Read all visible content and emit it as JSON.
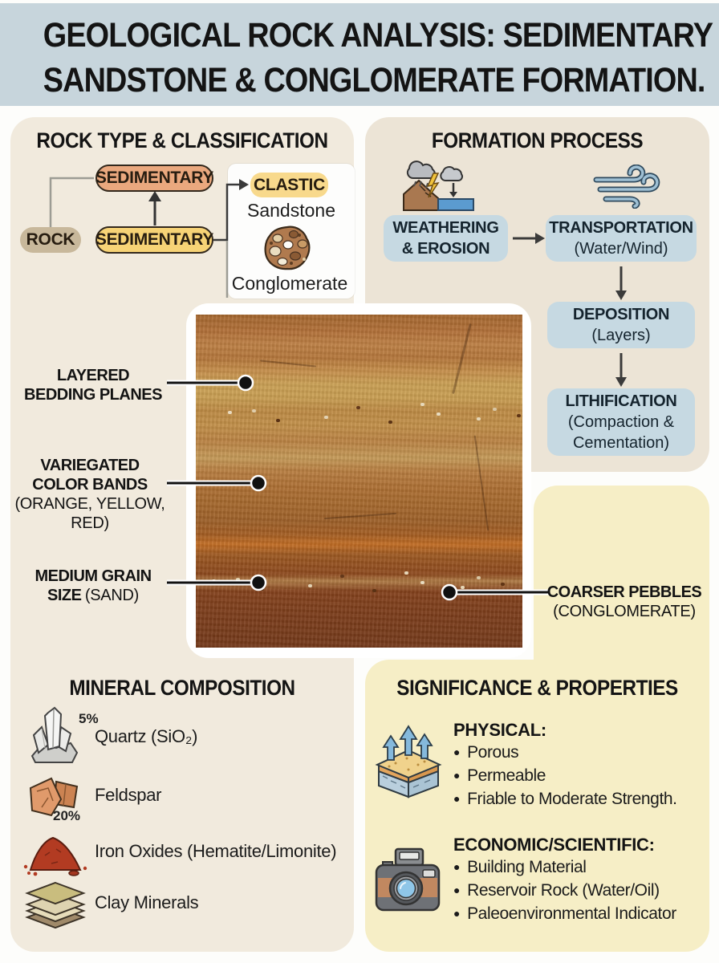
{
  "colors": {
    "header_bg": "#c7d5dc",
    "panel_cream": "#f1eadd",
    "panel_cream2": "#ece4d6",
    "panel_yellow": "#f6eec6",
    "process_box_blue": "#c6d9e2",
    "rock_box_tan": "#c8b89b",
    "sedimentary_orange": "#eaa87e",
    "sedimentary_yellow": "#f7d376",
    "clastic_yellow": "#f8d98c",
    "text_dark": "#141414"
  },
  "header": {
    "line1": "GEOLOGICAL ROCK ANALYSIS: SEDIMENTARY",
    "line2": "SANDSTONE & CONGLOMERATE FORMATION."
  },
  "classification": {
    "heading": "ROCK TYPE & CLASSIFICATION",
    "rock": "ROCK",
    "sedimentary_parent": "SEDIMENTARY",
    "sedimentary_child": "SEDIMENTARY",
    "clastic": "CLASTIC",
    "sandstone_label": "Sandstone",
    "conglomerate_label": "Conglomerate"
  },
  "formation": {
    "heading": "FORMATION PROCESS",
    "weathering_line1": "WEATHERING",
    "weathering_line2": "& EROSION",
    "transportation_line1": "TRANSPORTATION",
    "transportation_line2": "(Water/Wind)",
    "deposition_line1": "DEPOSITION",
    "deposition_line2": "(Layers)",
    "lithification_line1": "LITHIFICATION",
    "lithification_line2": "(Compaction &",
    "lithification_line3": "Cementation)"
  },
  "callouts": {
    "bedding_line1": "LAYERED",
    "bedding_line2": "BEDDING PLANES",
    "bands_line1": "VARIEGATED",
    "bands_line2": "COLOR BANDS",
    "bands_line3": "(ORANGE, YELLOW,",
    "bands_line4": "RED)",
    "grain_line1": "MEDIUM GRAIN",
    "grain_bold": "SIZE",
    "grain_reg": "(SAND)",
    "pebbles_line1": "COARSER PEBBLES",
    "pebbles_line2": "(CONGLOMERATE)"
  },
  "minerals": {
    "heading": "MINERAL COMPOSITION",
    "items": [
      {
        "label": "Quartz (SiO₂)",
        "pct": "5%"
      },
      {
        "label": "Feldspar",
        "pct": "20%"
      },
      {
        "label": "Iron Oxides (Hematite/Limonite)"
      },
      {
        "label": "Clay Minerals"
      }
    ]
  },
  "significance": {
    "heading": "SIGNIFICANCE & PROPERTIES",
    "physical_title": "PHYSICAL:",
    "physical_items": [
      "Porous",
      "Permeable",
      "Friable to Moderate Strength."
    ],
    "economic_title": "ECONOMIC/SCIENTIFIC:",
    "economic_items": [
      "Building Material",
      "Reservoir Rock (Water/Oil)",
      "Paleoenvironmental Indicator"
    ]
  }
}
